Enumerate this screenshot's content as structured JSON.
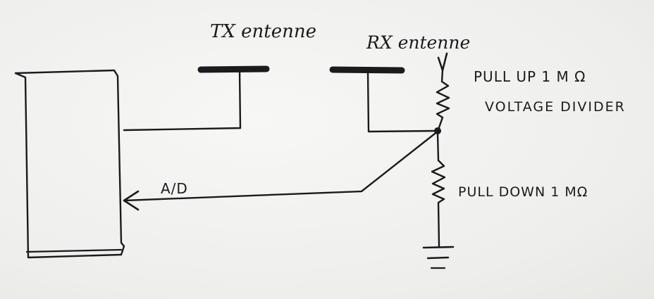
{
  "labels": {
    "tx_antenna": "TX entenne",
    "rx_antenna": "RX entenne",
    "pull_up": "PULL UP 1 M Ω",
    "voltage_divider": "VOLTAGE DIVIDER",
    "pull_down": "PULL DOWN 1 MΩ",
    "ad": "A/D"
  },
  "ink_color": "#1b1b1d",
  "paper_color": "#f1f1ef"
}
